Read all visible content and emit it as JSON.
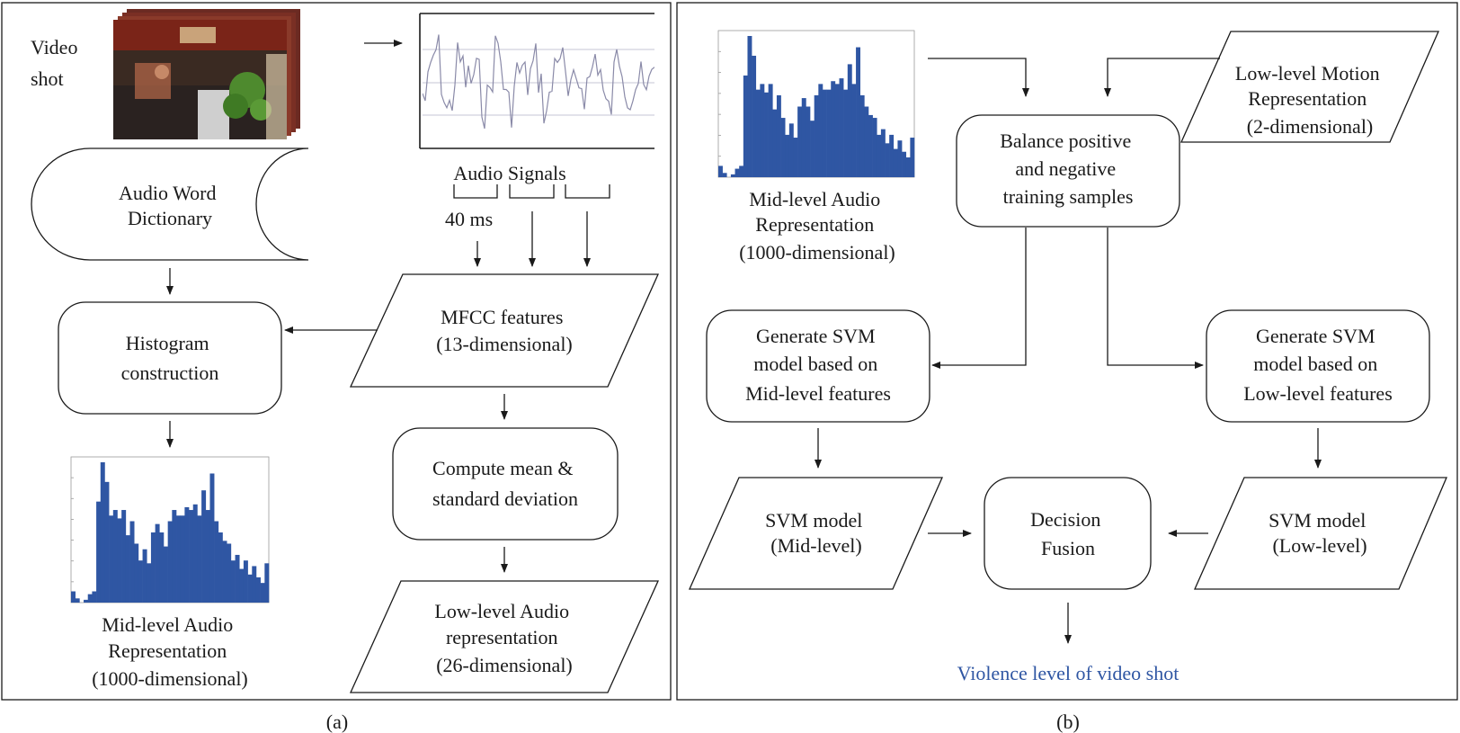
{
  "colors": {
    "ink": "#1a1a1a",
    "histogram_bar": "#2f56a3",
    "outcome_text": "#2f56a3",
    "waveform": "#8a8aa8"
  },
  "panel_a": {
    "caption": "(a)",
    "video_shot": [
      "Video",
      "shot"
    ],
    "audio_signals": "Audio Signals",
    "window_length": "40 ms",
    "dictionary": [
      "Audio Word",
      "Dictionary"
    ],
    "mfcc": [
      "MFCC features",
      "(13-dimensional)"
    ],
    "histogram": [
      "Histogram",
      "construction"
    ],
    "compute": [
      "Compute mean &",
      "standard deviation"
    ],
    "low_level_audio": [
      "Low-level Audio",
      "representation",
      "(26-dimensional)"
    ],
    "mid_level_audio": [
      "Mid-level Audio",
      "Representation",
      "(1000-dimensional)"
    ]
  },
  "panel_b": {
    "caption": "(b)",
    "mid_level_audio": [
      "Mid-level Audio",
      "Representation",
      "(1000-dimensional)"
    ],
    "motion": [
      "Low-level Motion",
      "Representation",
      "(2-dimensional)"
    ],
    "balance": [
      "Balance positive",
      "and negative",
      "training samples"
    ],
    "svm_mid_gen": [
      "Generate SVM",
      "model based on",
      "Mid-level features"
    ],
    "svm_low_gen": [
      "Generate SVM",
      "model based on",
      "Low-level features"
    ],
    "svm_mid": [
      "SVM model",
      "(Mid-level)"
    ],
    "svm_low": [
      "SVM model",
      "(Low-level)"
    ],
    "fusion": [
      "Decision",
      "Fusion"
    ],
    "outcome": "Violence level of video shot"
  },
  "histogram_values": [
    0.08,
    0.03,
    0.0,
    0.02,
    0.06,
    0.08,
    0.72,
    1.0,
    0.86,
    0.62,
    0.66,
    0.6,
    0.66,
    0.48,
    0.58,
    0.42,
    0.3,
    0.38,
    0.28,
    0.5,
    0.56,
    0.5,
    0.4,
    0.58,
    0.66,
    0.62,
    0.62,
    0.68,
    0.66,
    0.7,
    0.62,
    0.8,
    0.66,
    0.92,
    0.58,
    0.5,
    0.44,
    0.42,
    0.3,
    0.34,
    0.24,
    0.3,
    0.2,
    0.26,
    0.18,
    0.14,
    0.28
  ]
}
